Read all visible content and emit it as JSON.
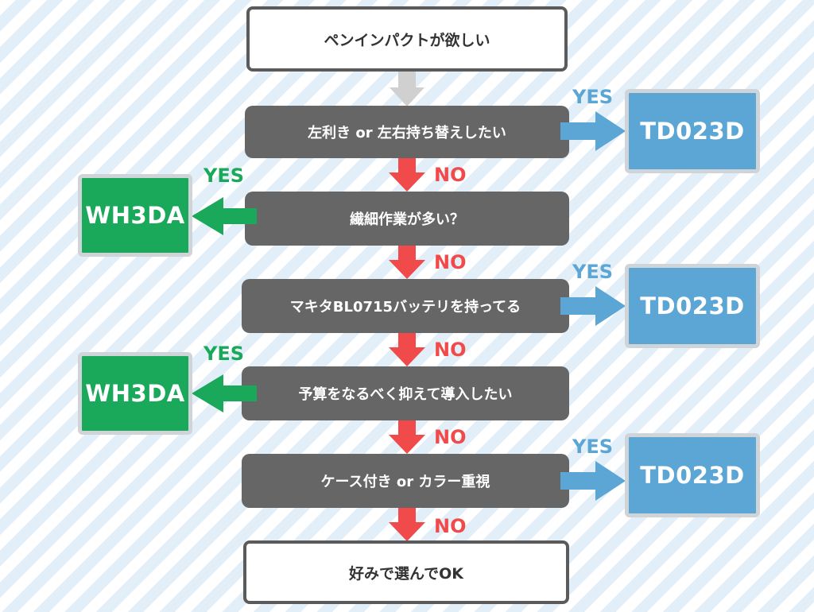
{
  "colors": {
    "dark_box": "#666666",
    "blue_box": "#5ba6d4",
    "green_box": "#1aa85a",
    "no_arrow": "#f04a4a",
    "start_arrow": "#d0d0d0",
    "box_border": "#cfd4d9"
  },
  "start": "ペンインパクトが欲しい",
  "questions": [
    "左利き or 左右持ち替えしたい",
    "繊細作業が多い？",
    "マキタBL0715バッテリを持ってる",
    "予算をなるべく抑えて導入したい",
    "ケース付き or カラー重視"
  ],
  "end": "好みで選んでOK",
  "results": [
    "TD023D",
    "WH3DA",
    "TD023D",
    "WH3DA",
    "TD023D"
  ],
  "yes_label": "YES",
  "no_label": "NO"
}
